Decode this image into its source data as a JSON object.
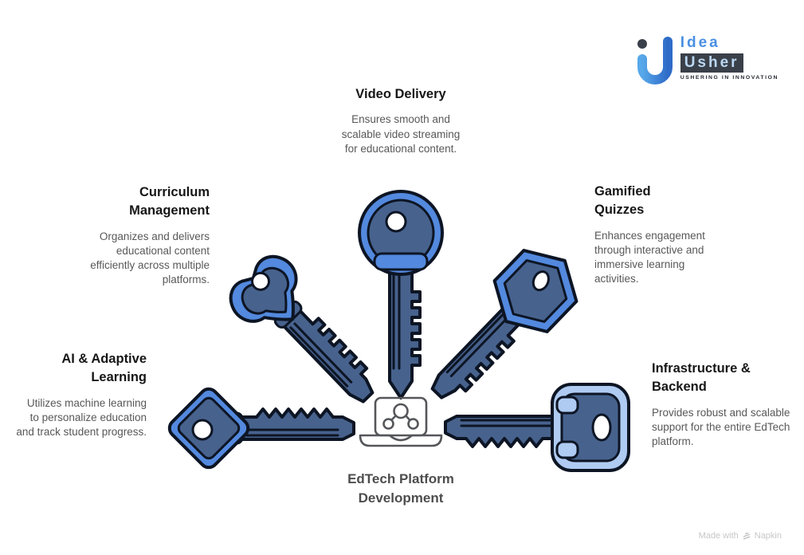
{
  "logo": {
    "brand_top": "Idea",
    "brand_bottom": "Usher",
    "tagline": "USHERING IN INNOVATION"
  },
  "center": {
    "title_lines": [
      "EdTech Platform",
      "Development"
    ],
    "icon": "laptop-network-icon"
  },
  "sections": [
    {
      "id": "video-delivery",
      "title_lines": [
        "Video Delivery",
        ""
      ],
      "description": "Ensures smooth and scalable video streaming for educational content."
    },
    {
      "id": "curriculum-management",
      "title_lines": [
        "Curriculum",
        "Management"
      ],
      "description": "Organizes and delivers educational content efficiently across multiple platforms."
    },
    {
      "id": "gamified-quizzes",
      "title_lines": [
        "Gamified",
        "Quizzes"
      ],
      "description": "Enhances engagement through interactive and immersive learning activities."
    },
    {
      "id": "ai-adaptive-learning",
      "title_lines": [
        "AI & Adaptive",
        "Learning"
      ],
      "description": "Utilizes machine learning to personalize education and track student progress."
    },
    {
      "id": "infrastructure-backend",
      "title_lines": [
        "Infrastructure &",
        "Backend"
      ],
      "description": "Provides robust and scalable support for the entire EdTech platform."
    }
  ],
  "illustration": {
    "keys": [
      "round-head-key-top",
      "heart-head-key-upper-left",
      "hexagon-head-key-upper-right",
      "diamond-head-key-lower-left",
      "rounded-head-key-lower-right"
    ],
    "center_icon": "laptop-network-icon",
    "colors": {
      "key_light_blue": "#5389DE",
      "key_steel_blue": "#47628D",
      "key_pale_blue": "#AFCBF2",
      "outline": "#0D1524",
      "laptop_gray": "#55565A"
    }
  },
  "footer": {
    "text_prefix": "Made with",
    "brand": "Napkin"
  }
}
